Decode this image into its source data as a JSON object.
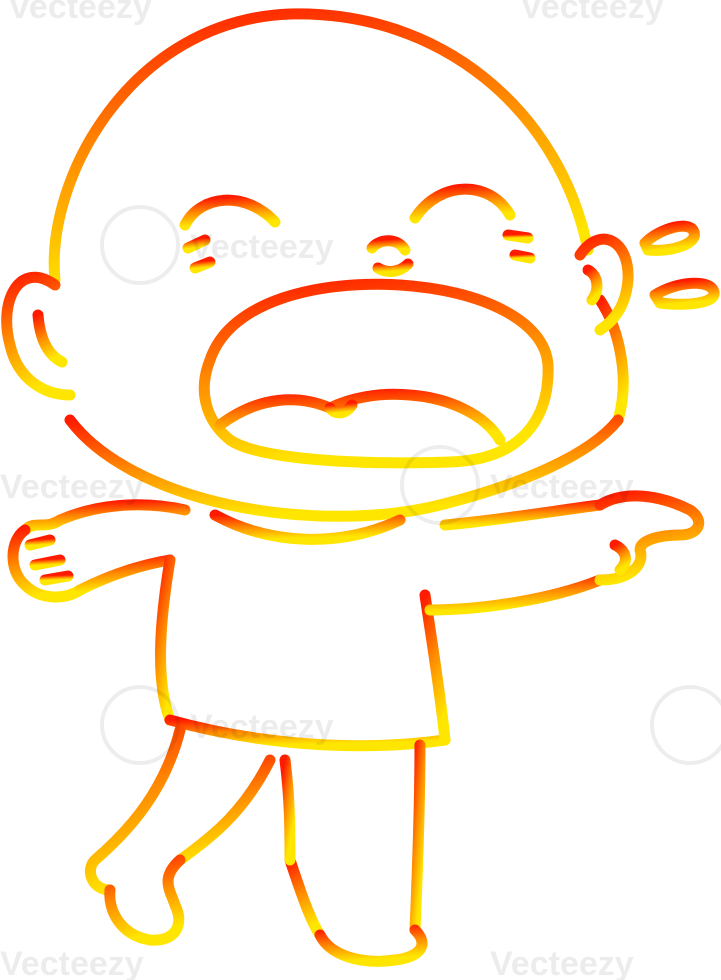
{
  "image": {
    "subject": "cartoon-shouting-bald-man",
    "gradient": {
      "top": "#ff1a00",
      "middle": "#ff8a00",
      "bottom": "#ffe600"
    },
    "background": "#ffffff"
  },
  "watermark": {
    "text": "Vecteezy",
    "top_text": "vecteezy",
    "color": "#000000"
  }
}
